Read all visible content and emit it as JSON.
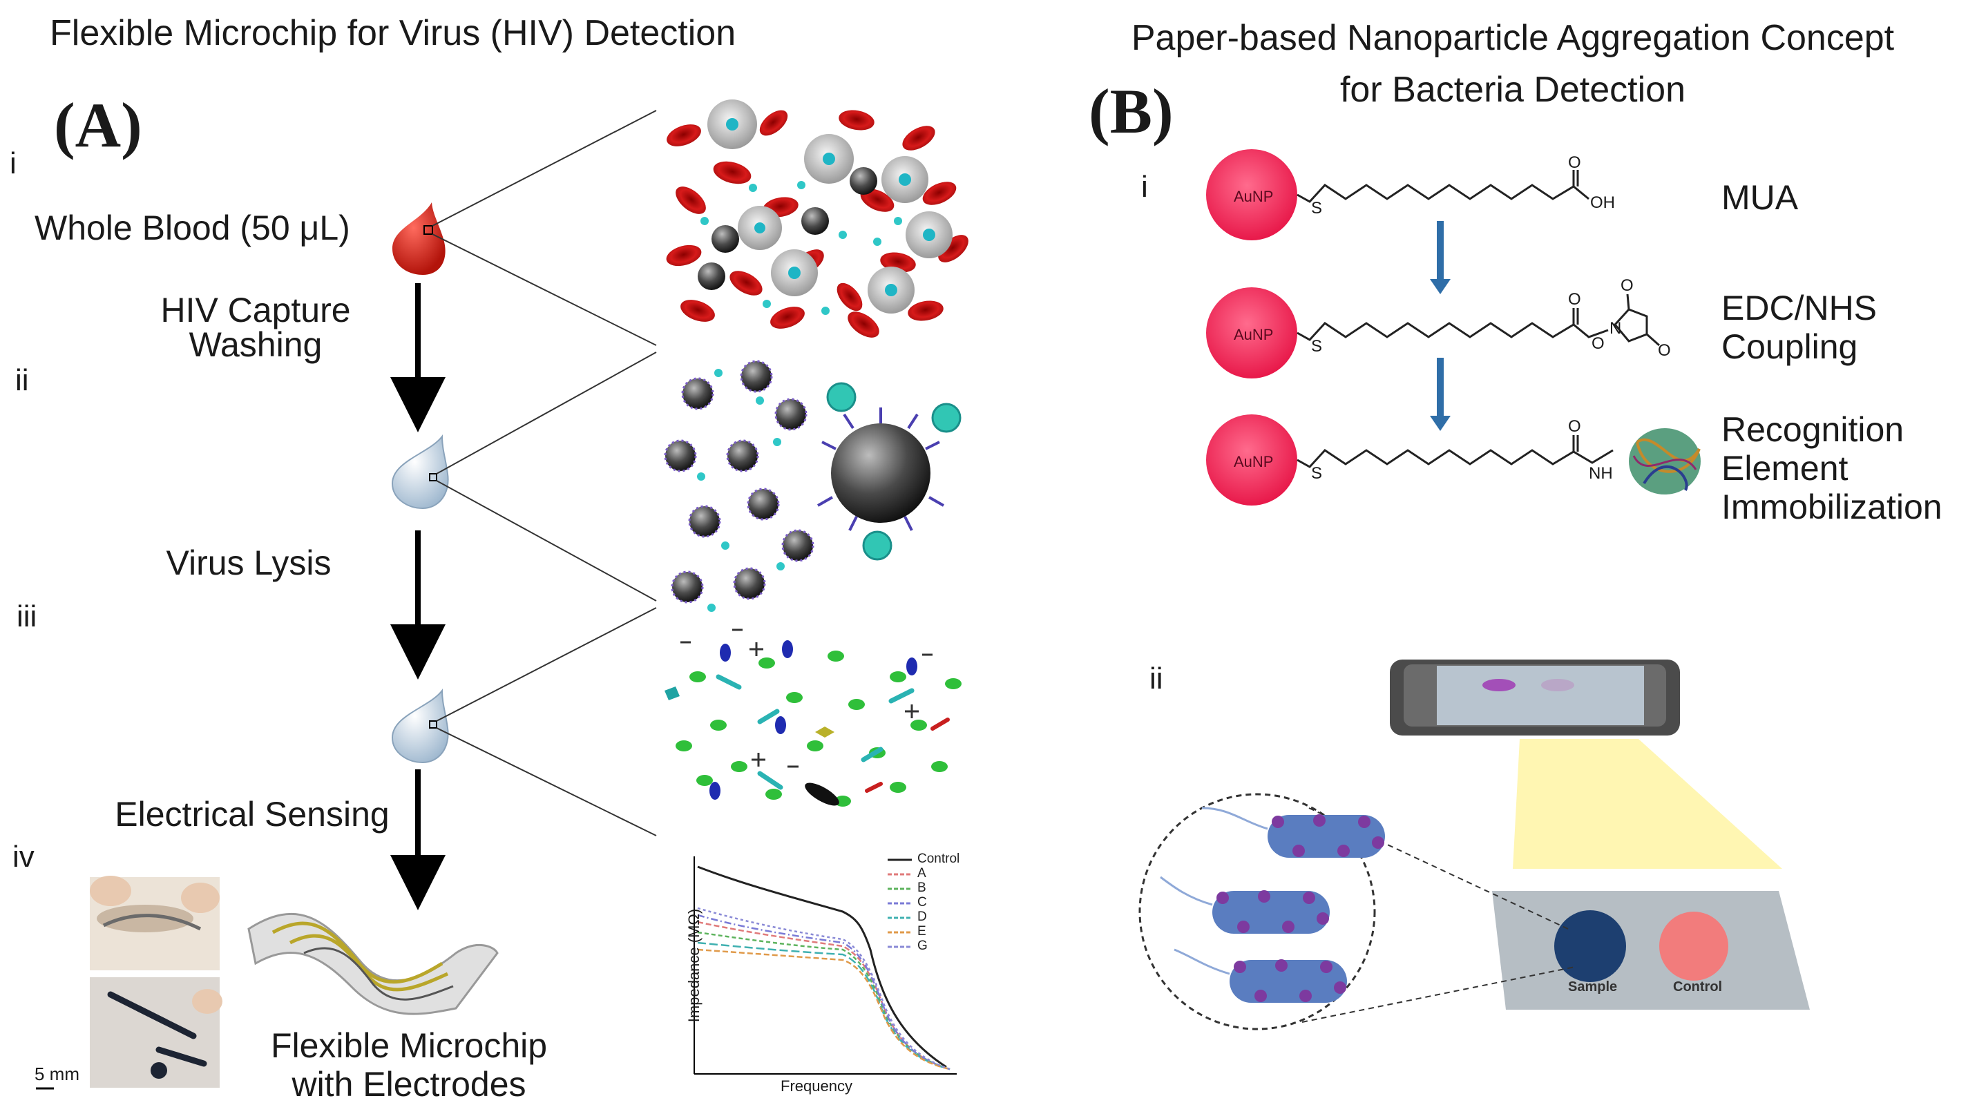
{
  "panel_a": {
    "title": "Flexible Microchip for Virus (HIV) Detection",
    "letter": "(A)",
    "roman": [
      "i",
      "ii",
      "iii",
      "iv"
    ],
    "sample_label": "Whole Blood (50 μL)",
    "step1": [
      "HIV Capture",
      "Washing"
    ],
    "step2": "Virus Lysis",
    "step3": "Electrical Sensing",
    "chip_label": [
      "Flexible Microchip",
      "with Electrodes"
    ],
    "scale_bar": "5 mm",
    "impedance_plot": {
      "ylabel": "Impedance (MΩ)",
      "xlabel": "Frequency",
      "legend": [
        "Control",
        "A",
        "B",
        "C",
        "D",
        "E",
        "G"
      ],
      "colors": [
        "#222222",
        "#e07a7a",
        "#5db35d",
        "#7a7ad6",
        "#3fb0b0",
        "#e09a4a",
        "#8a8ad6"
      ]
    }
  },
  "panel_b": {
    "title": [
      "Paper-based Nanoparticle Aggregation Concept",
      "for Bacteria Detection"
    ],
    "letter": "(B)",
    "roman": [
      "i",
      "ii"
    ],
    "particle_label": "AuNP",
    "chem": {
      "s": "S",
      "oh": "OH",
      "o": "O",
      "n": "N",
      "nh": "NH"
    },
    "steps": [
      {
        "label": [
          "MUA"
        ]
      },
      {
        "label": [
          "EDC/NHS",
          "Coupling"
        ]
      },
      {
        "label": [
          "Recognition",
          "Element",
          "Immobilization"
        ]
      }
    ],
    "paper_labels": {
      "sample": "Sample",
      "control": "Control"
    },
    "colors": {
      "aunp": "#f0355f",
      "arrow": "#2f6ea8",
      "sample": "#1d3f70",
      "control": "#f27c7c"
    }
  }
}
